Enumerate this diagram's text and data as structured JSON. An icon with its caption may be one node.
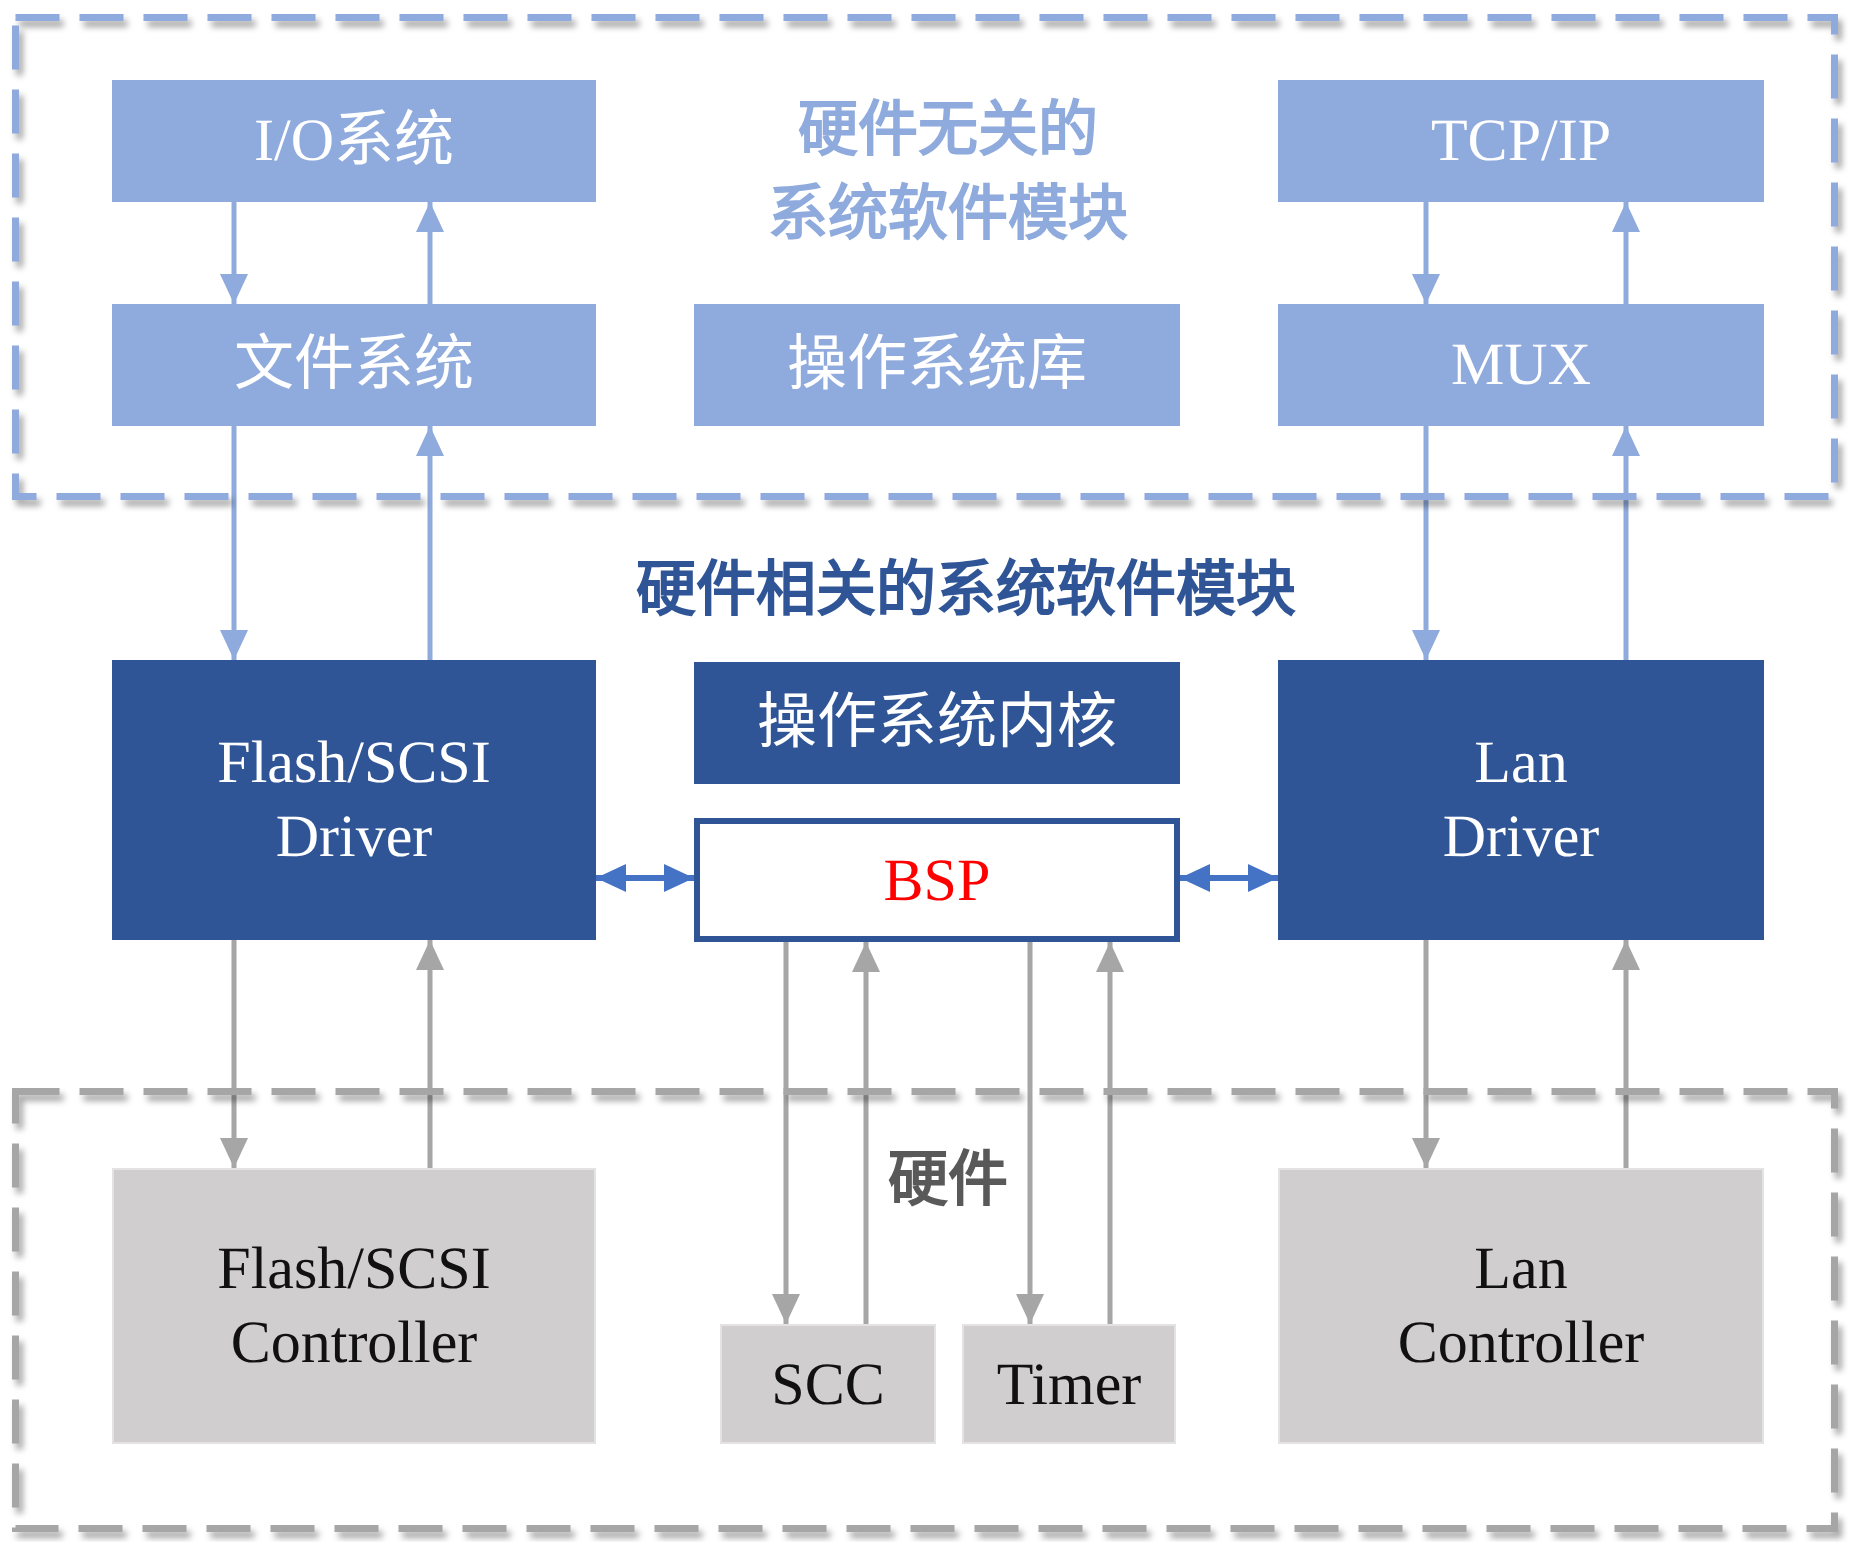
{
  "diagram": {
    "nodes": [
      {
        "text": [
          "硬件无关的系统软件模块"
        ]
      },
      {
        "text": [
          "I/O系统"
        ],
        "in": 0
      },
      {
        "text": [
          "文件系统"
        ],
        "in": 0
      },
      {
        "text": [
          "操作系统库"
        ],
        "in": 0
      },
      {
        "text": [
          "TCP/IP"
        ],
        "in": 0
      },
      {
        "text": [
          "MUX"
        ],
        "in": 0
      },
      {
        "text": [
          "Flash/SCSI Driver"
        ]
      },
      {
        "text": [
          "操作系统内核"
        ]
      },
      {
        "text": [
          "BSP"
        ]
      },
      {
        "text": [
          "Lan Driver"
        ]
      },
      {
        "text": [
          "硬件"
        ]
      },
      {
        "text": [
          "Flash/SCSI Controller"
        ],
        "in": 10
      },
      {
        "text": [
          "SCC"
        ],
        "in": 10
      },
      {
        "text": [
          "Timer"
        ],
        "in": 10
      },
      {
        "text": [
          "Lan Controller"
        ],
        "in": 10
      }
    ],
    "edges": [
      {
        "from": 1,
        "to": 2,
        "arrow": "to",
        "color": "#8faadc"
      },
      {
        "from": 2,
        "to": 1,
        "arrow": "to",
        "color": "#8faadc"
      },
      {
        "from": 2,
        "to": 6,
        "arrow": "to",
        "color": "#8faadc"
      },
      {
        "from": 6,
        "to": 2,
        "arrow": "to",
        "color": "#8faadc"
      },
      {
        "from": 4,
        "to": 5,
        "arrow": "to",
        "color": "#8faadc"
      },
      {
        "from": 5,
        "to": 4,
        "arrow": "to",
        "color": "#8faadc"
      },
      {
        "from": 5,
        "to": 9,
        "arrow": "to",
        "color": "#8faadc"
      },
      {
        "from": 9,
        "to": 5,
        "arrow": "to",
        "color": "#8faadc"
      },
      {
        "from": 6,
        "to": 8,
        "arrow": "both",
        "color": "#4472c4"
      },
      {
        "from": 8,
        "to": 9,
        "arrow": "both",
        "color": "#4472c4"
      },
      {
        "from": 6,
        "to": 11,
        "arrow": "to"
      },
      {
        "from": 11,
        "to": 6,
        "arrow": "to"
      },
      {
        "from": 8,
        "to": 12,
        "arrow": "to"
      },
      {
        "from": 12,
        "to": 8,
        "arrow": "to"
      },
      {
        "from": 8,
        "to": 13,
        "arrow": "to"
      },
      {
        "from": 13,
        "to": 8,
        "arrow": "to"
      },
      {
        "from": 9,
        "to": 14,
        "arrow": "to"
      },
      {
        "from": 14,
        "to": 9,
        "arrow": "to"
      }
    ],
    "labels": [
      "硬件相关的系统软件模块"
    ]
  }
}
